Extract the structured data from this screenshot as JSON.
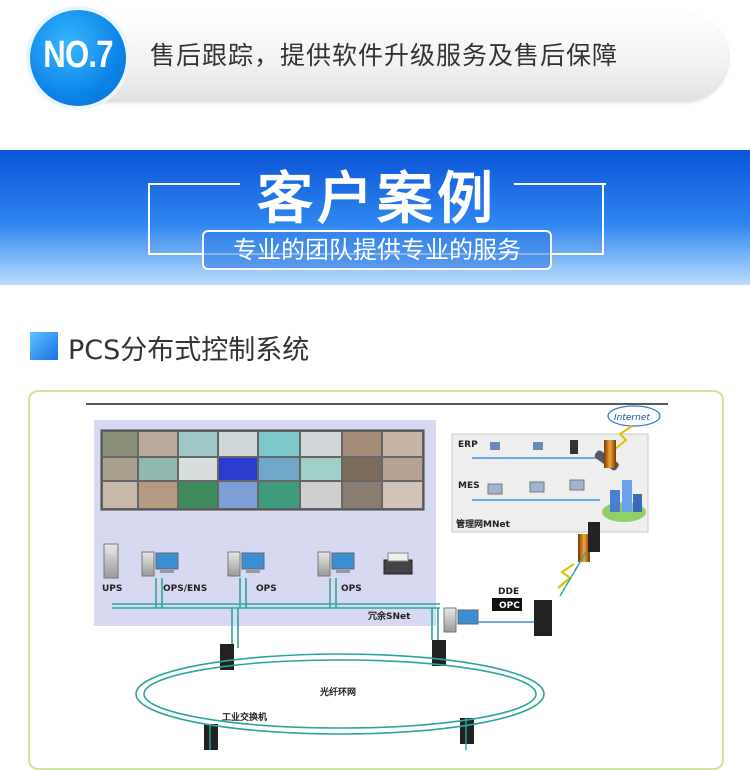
{
  "banner": {
    "badge": "NO.7",
    "text": "售后跟踪，提供软件升级服务及售后保障"
  },
  "header": {
    "title": "客户案例",
    "subtitle": "专业的团队提供专业的服务"
  },
  "section": {
    "title": "PCS分布式控制系统"
  },
  "diagram": {
    "ups": "UPS",
    "ops_ens": "OPS/ENS",
    "ops1": "OPS",
    "ops2": "OPS",
    "redundant_net": "冗余SNet",
    "erp": "ERP",
    "mes": "MES",
    "mgmt_net": "管理网MNet",
    "internet": "Internet",
    "dde": "DDE",
    "opc": "OPC",
    "fiber_ring": "光纤环网",
    "switch": "工业交换机"
  },
  "colors": {
    "accent": "#1a7ee8",
    "net_line": "#2aa79b"
  }
}
